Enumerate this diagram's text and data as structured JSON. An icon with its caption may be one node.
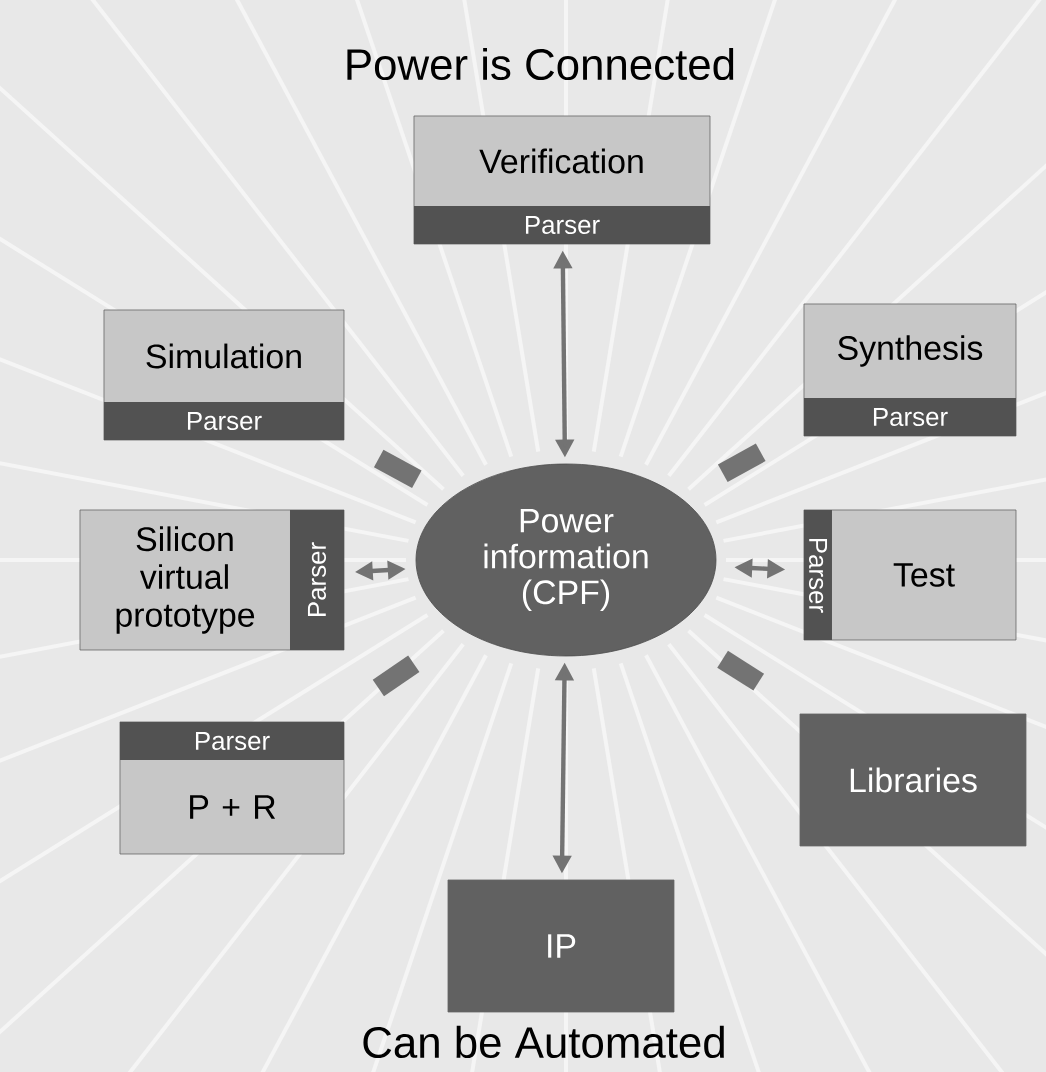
{
  "diagram": {
    "title": "Power is Connected",
    "caption": "Can be Automated",
    "nodes": [
      {
        "text": [
          "Verification",
          "Parser"
        ]
      },
      {
        "text": [
          "Simulation",
          "Parser"
        ]
      },
      {
        "text": [
          "Synthesis",
          "Parser"
        ]
      },
      {
        "text": [
          "Silicon virtual prototype",
          "Parser"
        ]
      },
      {
        "text": [
          "Power information (CPF)"
        ]
      },
      {
        "text": [
          "Parser",
          "Test"
        ]
      },
      {
        "text": [
          "Parser",
          "P + R"
        ]
      },
      {
        "text": [
          "Libraries"
        ]
      },
      {
        "text": [
          "IP"
        ]
      }
    ],
    "edges": [
      {
        "from": 4,
        "to": 0,
        "arrow": "both"
      },
      {
        "from": 4,
        "to": 1,
        "arrow": "none",
        "style": "thick"
      },
      {
        "from": 4,
        "to": 2,
        "arrow": "none",
        "style": "thick"
      },
      {
        "from": 4,
        "to": 3,
        "arrow": "both"
      },
      {
        "from": 4,
        "to": 5,
        "arrow": "both"
      },
      {
        "from": 4,
        "to": 6,
        "arrow": "none",
        "style": "thick"
      },
      {
        "from": 4,
        "to": 7,
        "arrow": "none",
        "style": "thick"
      },
      {
        "from": 4,
        "to": 8,
        "arrow": "both"
      }
    ]
  }
}
